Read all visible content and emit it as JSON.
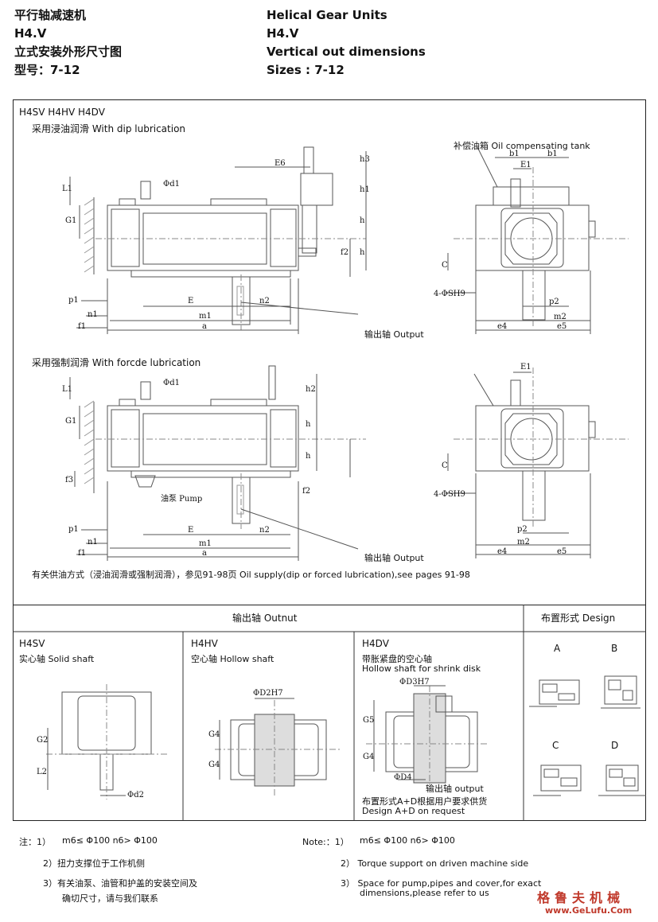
{
  "header": {
    "cn_title": "平行轴减速机",
    "cn_model": "H4.V",
    "cn_subtitle": "立式安装外形尺寸图",
    "cn_sizes": "型号：7-12",
    "en_title": "Helical Gear Units",
    "en_model": "H4.V",
    "en_subtitle": "Vertical out dimensions",
    "en_sizes": "Sizes : 7-12"
  },
  "top_section": {
    "models": "H4SV  H4HV  H4DV",
    "dip_label": "采用浸油润滑  With dip lubrication",
    "forced_label": "采用强制润滑  With forcde lubrication",
    "oil_tank": "补偿油箱 Oil compensating tank",
    "output_1": "输出轴  Output",
    "output_2": "输出轴  Output",
    "pump": "油泵 Pump",
    "oil_supply_note": "有关供油方式（浸油润滑或强制润滑），参见91-98页   Oil supply(dip or forced lubrication),see pages 91-98",
    "dims_dip": {
      "E6": "E6",
      "h3": "h3",
      "h1": "h1",
      "h_a": "h",
      "h_b": "h",
      "L1": "L1",
      "d1": "Φd1",
      "G1": "G1",
      "f2": "f2",
      "p1": "p1",
      "n1": "n1",
      "f1": "f1",
      "E": "E",
      "n2": "n2",
      "m1": "m1",
      "a": "a",
      "b1_l": "b1",
      "b1_r": "b1",
      "E1": "E1",
      "C": "C",
      "SH9": "4-ΦSH9",
      "p2": "p2",
      "m2": "m2",
      "e4": "e4",
      "e5": "e5"
    },
    "dims_forced": {
      "L1": "L1",
      "d1": "Φd1",
      "G1": "G1",
      "h2": "h2",
      "h_a": "h",
      "h_b": "h",
      "f3": "f3",
      "f2": "f2",
      "p1": "p1",
      "n1": "n1",
      "f1": "f1",
      "E": "E",
      "n2": "n2",
      "m1": "m1",
      "a": "a",
      "E1": "E1",
      "C": "C",
      "SH9": "4-ΦSH9",
      "p2": "p2",
      "m2": "m2",
      "e4": "e4",
      "e5": "e5"
    }
  },
  "bottom_section": {
    "output_shaft_header": "输出轴  Outnut",
    "arrangement_header": "布置形式  Design",
    "h4sv_title": "H4SV",
    "h4sv_desc": "实心轴  Solid shaft",
    "h4hv_title": "H4HV",
    "h4hv_desc": "空心轴  Hollow shaft",
    "h4dv_title": "H4DV",
    "h4dv_desc_cn": "带胀紧盘的空心轴",
    "h4dv_desc_en": "Hollow shaft for shrink disk",
    "h4dv_output": "输出轴  output",
    "h4dv_note_cn": "布置形式A+D根据用户要求供货",
    "h4dv_note_en": "Design A+D on request",
    "sv_dims": {
      "G2": "G2",
      "L2": "L2",
      "d2": "Φd2"
    },
    "hv_dims": {
      "D2H7": "ΦD2H7",
      "G4a": "G4",
      "G4b": "G4"
    },
    "dv_dims": {
      "D3H7": "ΦD3H7",
      "G5": "G5",
      "G4": "G4",
      "D4": "ΦD4"
    },
    "designs": [
      "A",
      "B",
      "C",
      "D"
    ]
  },
  "notes": {
    "cn_prefix": "注：1）",
    "cn_1": "m6≤ Φ100  n6> Φ100",
    "cn_2": "2）扭力支撑位于工作机侧",
    "cn_3a": "3）有关油泵、油管和护盖的安装空间及",
    "cn_3b": "确切尺寸，请与我们联系",
    "en_prefix": "Note:：1）",
    "en_1": "m6≤ Φ100  n6> Φ100",
    "en_2": "2）  Torque support on driven machine side",
    "en_3a": "3）  Space for pump,pipes and cover,for exact",
    "en_3b": "dimensions,please refer to us"
  },
  "watermark": {
    "cn": "格鲁夫机械",
    "url": "www.GeLufu.Com"
  }
}
